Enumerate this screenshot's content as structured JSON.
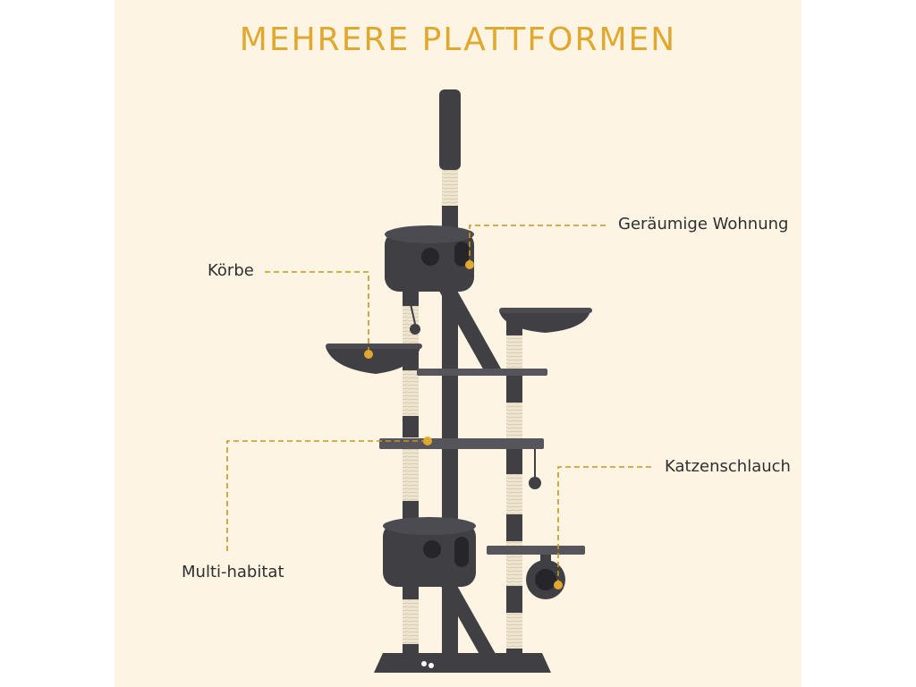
{
  "title": "MEHRERE PLATTFORMEN",
  "colors": {
    "background": "#fdf4e3",
    "accent": "#e0a82e",
    "plush": "#3f3f44",
    "sisal": "#efe6d2",
    "text": "#2f2f2f"
  },
  "callouts": {
    "apartment": "Geräumige Wohnung",
    "baskets": "Körbe",
    "tunnel": "Katzenschlauch",
    "habitat": "Multi-habitat"
  }
}
